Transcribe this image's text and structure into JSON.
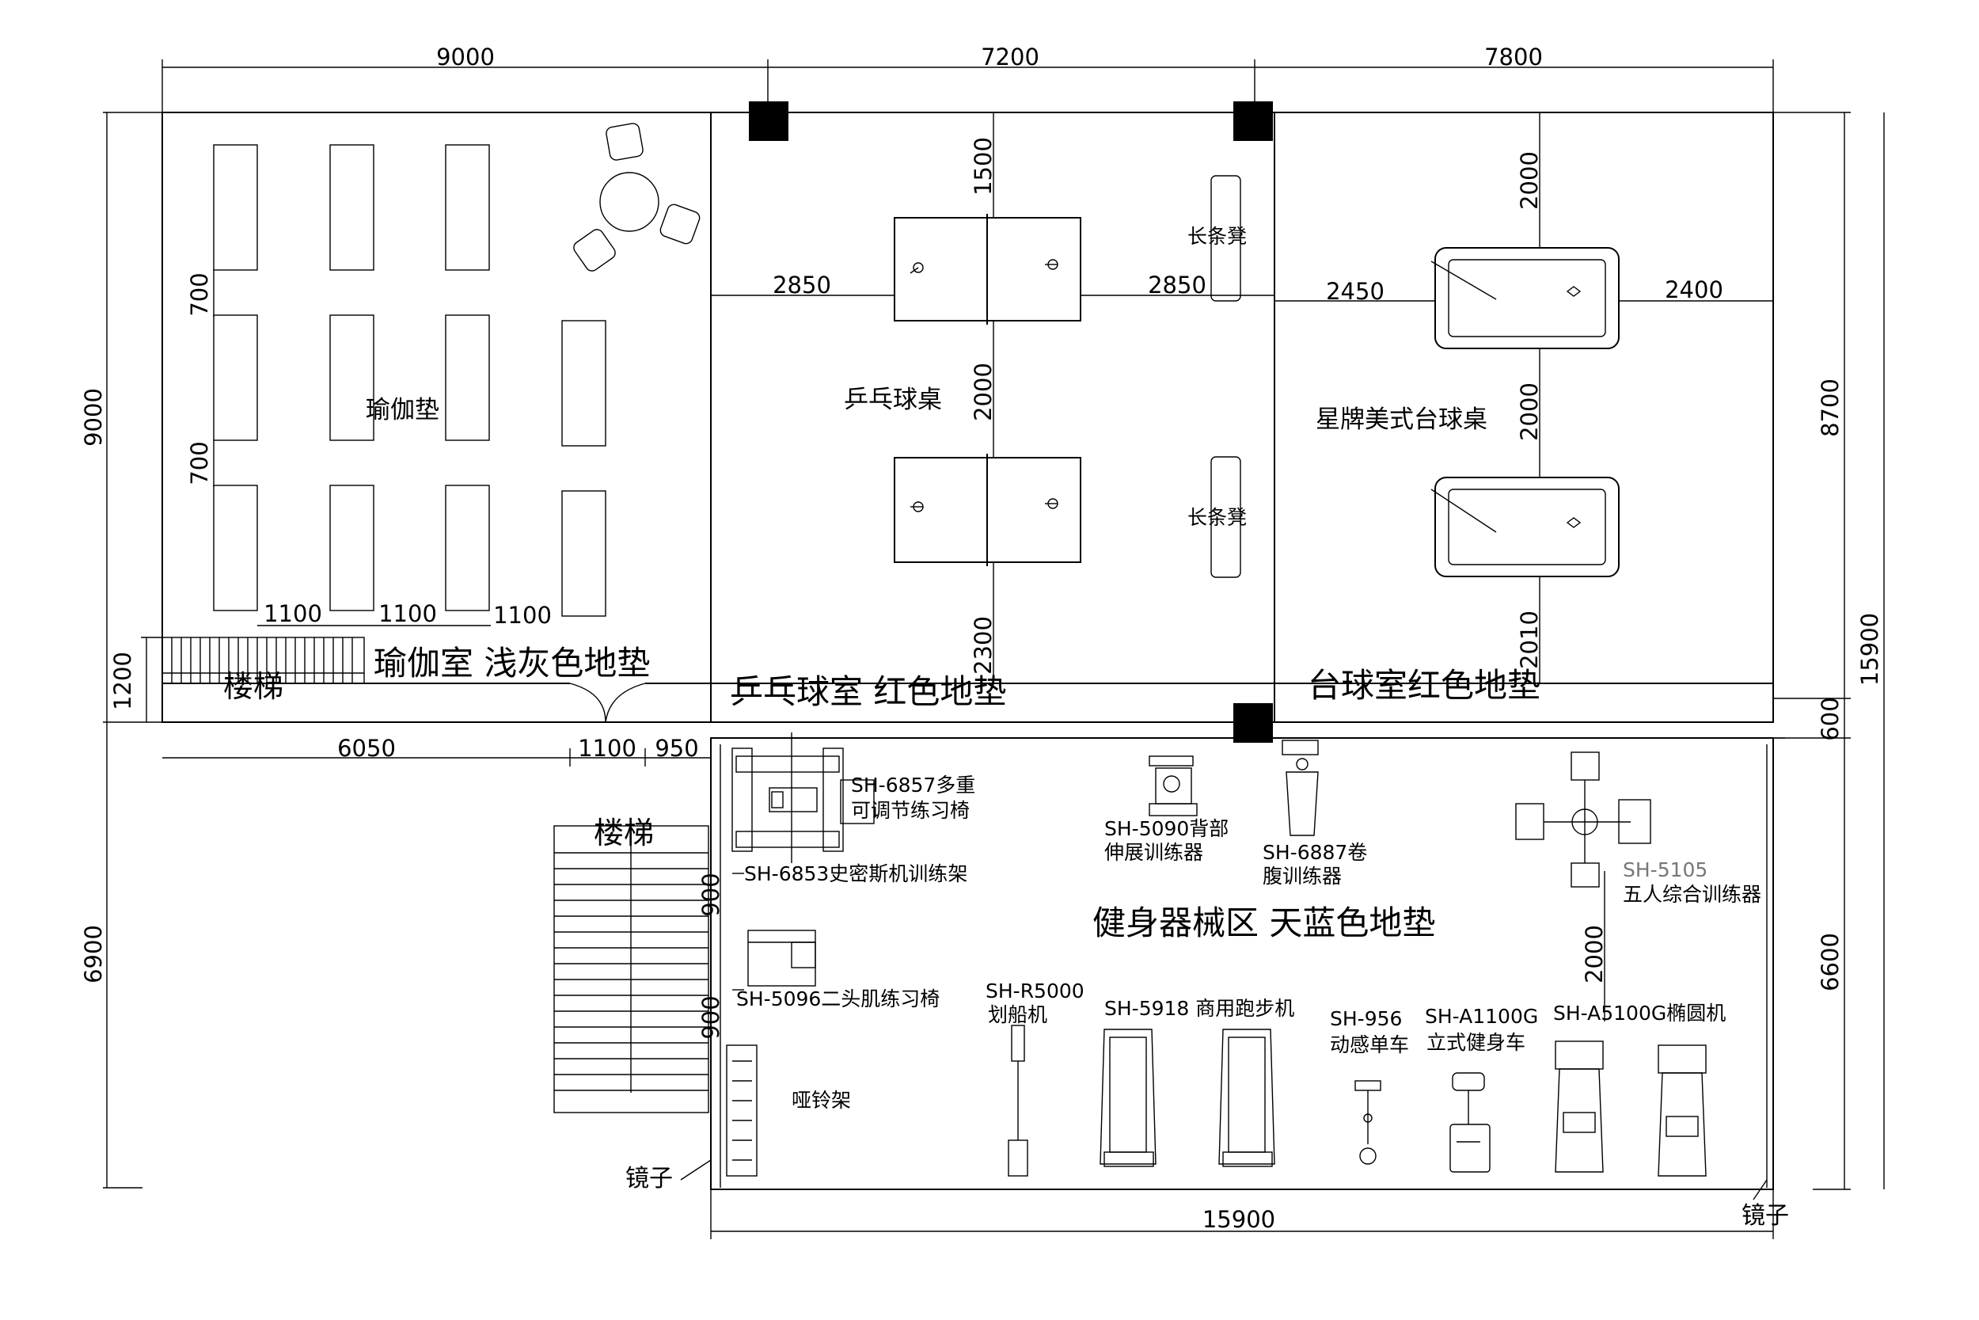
{
  "dimensions": {
    "top": [
      "9000",
      "7200",
      "7800"
    ],
    "left_upper": "9000",
    "left_lower": "6900",
    "left_stair": "1200",
    "right_upper": "8700",
    "right_total": "15900",
    "right_gap": "600",
    "right_lower": "6600",
    "yoga_gaps_v": [
      "700",
      "700"
    ],
    "yoga_gaps_h": [
      "1100",
      "1100",
      "1100"
    ],
    "corridor": [
      "6050",
      "1100",
      "950"
    ],
    "pingpong": [
      "1500",
      "2850",
      "2850",
      "2000",
      "2300"
    ],
    "billiard": [
      "2000",
      "2450",
      "2400",
      "2000",
      "2010"
    ],
    "gym": [
      "900",
      "900",
      "2000"
    ],
    "bottom": "15900"
  },
  "rooms": {
    "yoga": "瑜伽室  浅灰色地垫",
    "pingpong": "乒乓球室   红色地垫",
    "billiard": "台球室红色地垫",
    "gym": "健身器械区   天蓝色地垫"
  },
  "labels": {
    "yoga_mat": "瑜伽垫",
    "stairs": "楼梯",
    "pingpong_table": "乒乓球桌",
    "bench": "长条凳",
    "billiard_table": "星牌美式台球桌",
    "mirror": "镜子",
    "dumbbell_rack": "哑铃架"
  },
  "equipment": [
    {
      "line1": "SH-6857多重",
      "line2": "可调节练习椅"
    },
    {
      "line1": "SH-6853史密斯机训练架"
    },
    {
      "line1": "SH-5096二头肌练习椅"
    },
    {
      "line1": "SH-5090背部",
      "line2": "伸展训练器"
    },
    {
      "line1": "SH-6887卷",
      "line2": "腹训练器"
    },
    {
      "line1": "SH-5105",
      "line2": "五人综合训练器"
    },
    {
      "line1": "SH-R5000",
      "line2": "划船机"
    },
    {
      "line1": "SH-5918  商用跑步机"
    },
    {
      "line1": "SH-956",
      "line2": "动感单车"
    },
    {
      "line1": "SH-A1100G",
      "line2": "立式健身车"
    },
    {
      "line1": "SH-A5100G椭圆机"
    }
  ]
}
